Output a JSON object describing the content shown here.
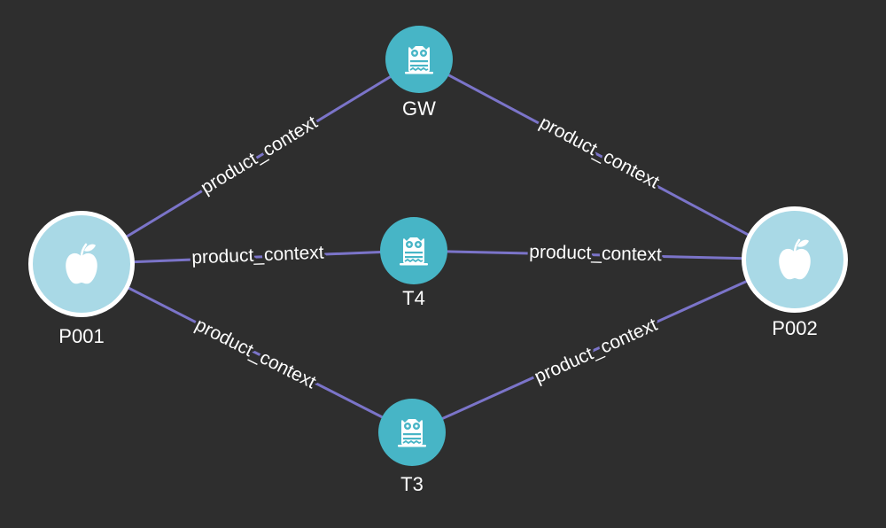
{
  "colors": {
    "background": "#2e2e2e",
    "edge": "#7b74c9",
    "teal_node": "#47b5c6",
    "product_node": "#a9d9e6",
    "product_ring": "#ffffff",
    "label": "#ffffff"
  },
  "nodes": [
    {
      "id": "p001",
      "label": "P001",
      "kind": "product",
      "icon": "apple-icon"
    },
    {
      "id": "p002",
      "label": "P002",
      "kind": "product",
      "icon": "apple-icon"
    },
    {
      "id": "gw",
      "label": "GW",
      "kind": "tool",
      "icon": "owl-app-icon"
    },
    {
      "id": "t4",
      "label": "T4",
      "kind": "tool",
      "icon": "owl-app-icon"
    },
    {
      "id": "t3",
      "label": "T3",
      "kind": "tool",
      "icon": "owl-app-icon"
    }
  ],
  "edges": [
    {
      "id": "e1",
      "from": "p001",
      "to": "gw",
      "label": "product_context"
    },
    {
      "id": "e2",
      "from": "gw",
      "to": "p002",
      "label": "product_context"
    },
    {
      "id": "e3",
      "from": "p001",
      "to": "t4",
      "label": "product_context"
    },
    {
      "id": "e4",
      "from": "t4",
      "to": "p002",
      "label": "product_context"
    },
    {
      "id": "e5",
      "from": "p001",
      "to": "t3",
      "label": "product_context"
    },
    {
      "id": "e6",
      "from": "t3",
      "to": "p002",
      "label": "product_context"
    }
  ]
}
